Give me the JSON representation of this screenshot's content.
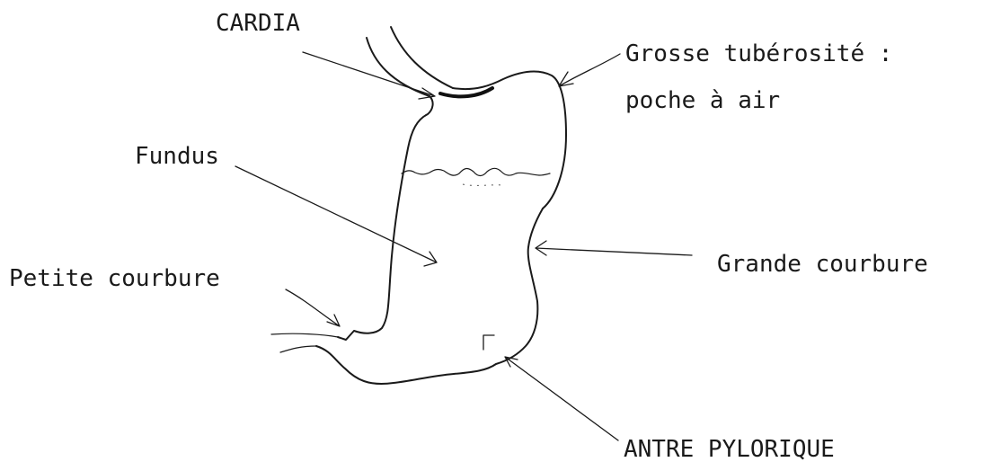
{
  "labels": {
    "cardia": "CARDIA",
    "grosse_tuberosite_line1": "Grosse tubérosité :",
    "grosse_tuberosite_line2": "poche à air",
    "fundus": "Fundus",
    "grande_courbure": "Grande courbure",
    "petite_courbure": "Petite courbure",
    "antre_pylorique": "ANTRE PYLORIQUE"
  }
}
